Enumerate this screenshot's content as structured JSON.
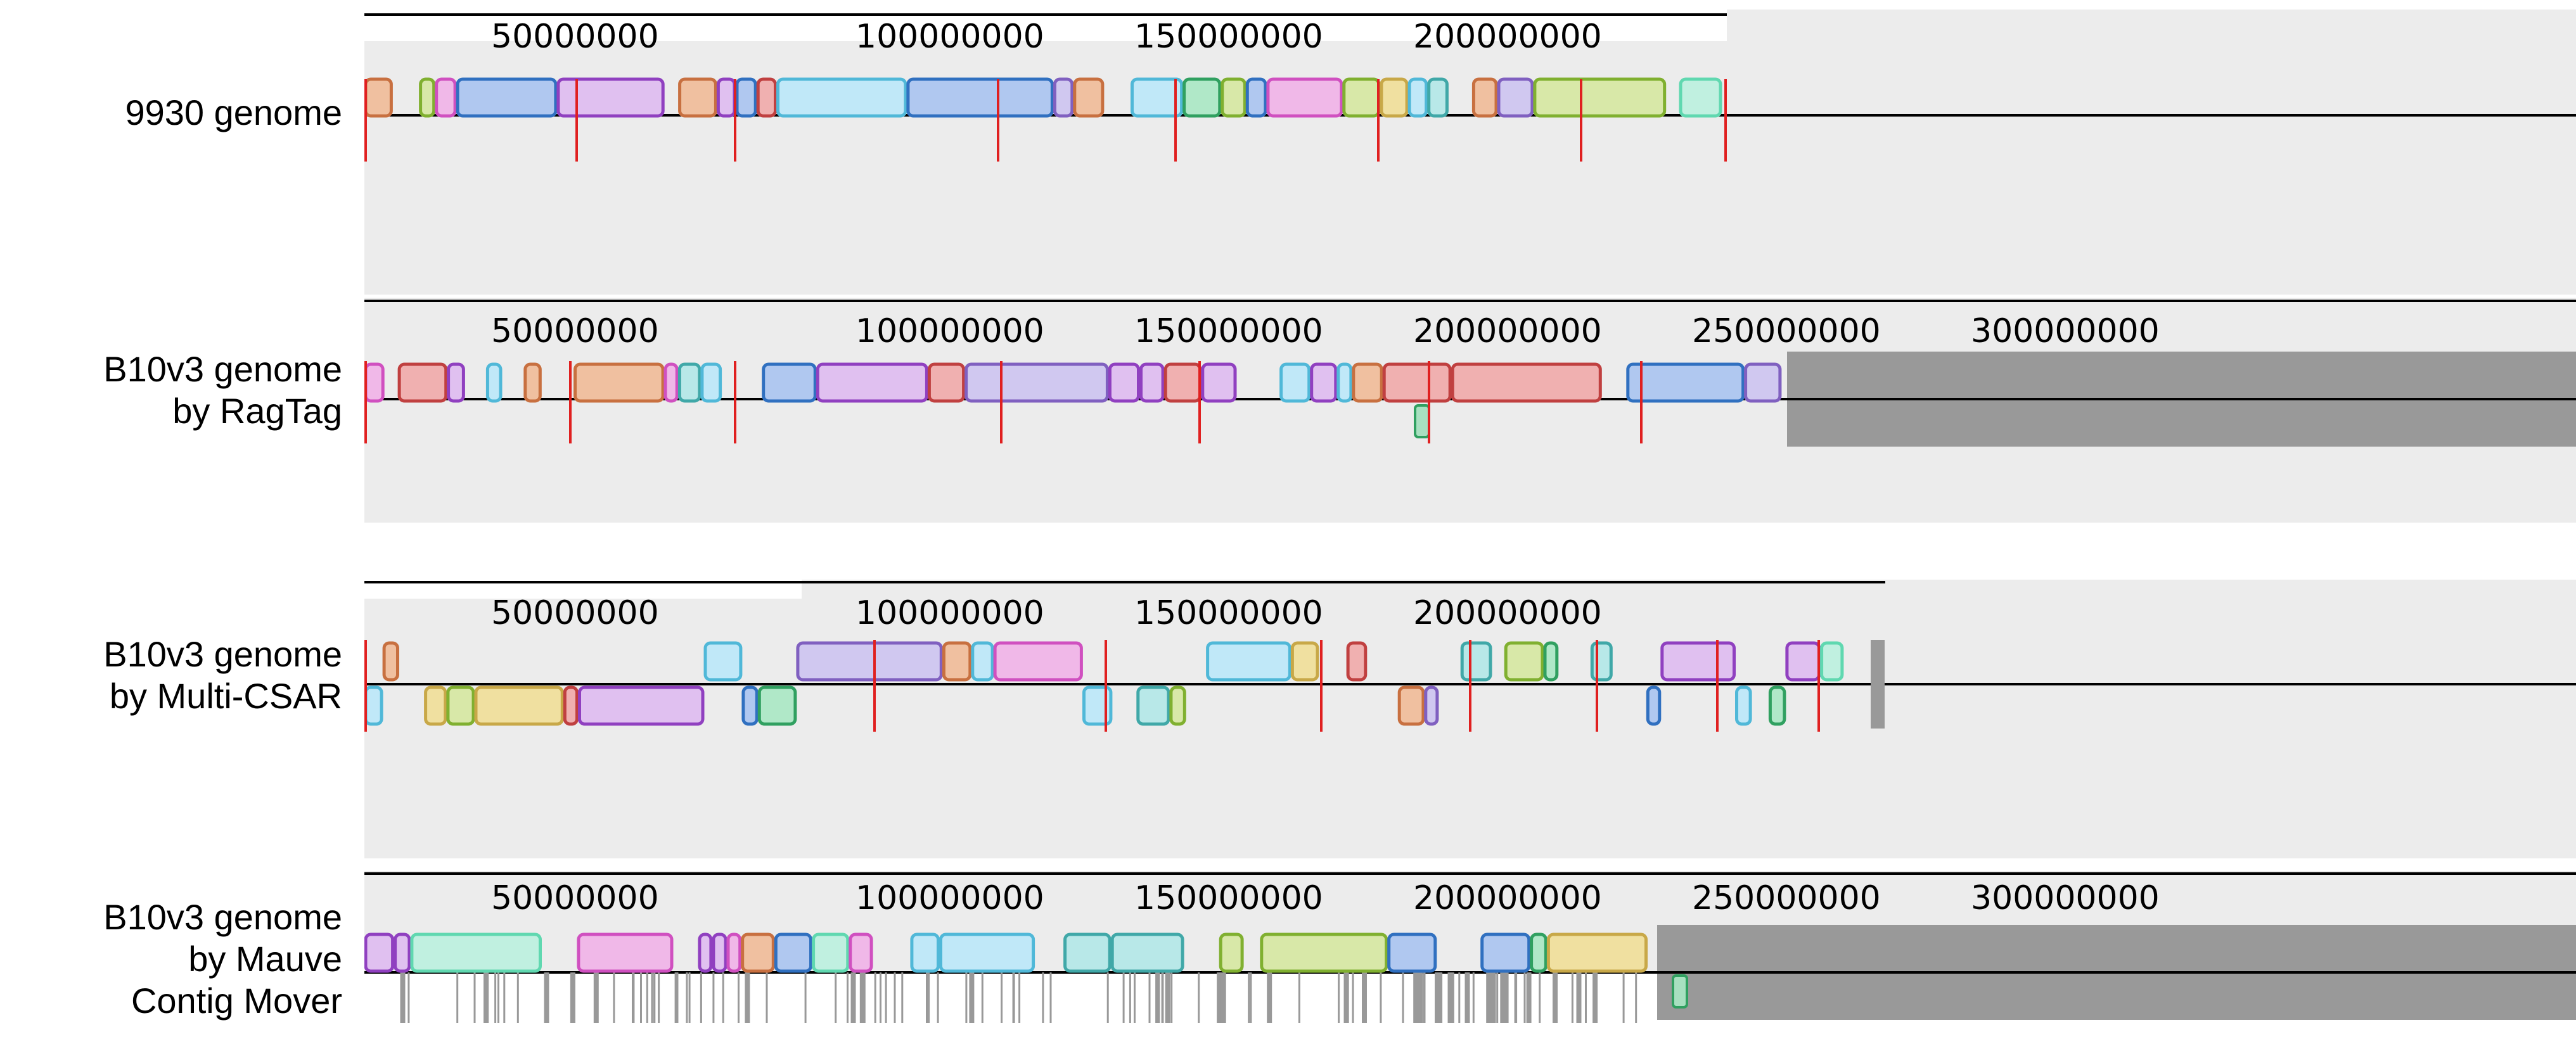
{
  "tracks": [
    {
      "id": "t1",
      "label_lines": [
        "9930 genome"
      ],
      "ticks": [
        "50000000",
        "100000000",
        "150000000",
        "200000000"
      ],
      "colors": {
        "panel_bg": "#ececec",
        "axis": "#000000",
        "boundary": "#e02020"
      }
    },
    {
      "id": "t2",
      "label_lines": [
        "B10v3 genome",
        "by RagTag"
      ],
      "ticks": [
        "50000000",
        "100000000",
        "150000000",
        "200000000",
        "250000000",
        "300000000"
      ],
      "colors": {
        "panel_bg": "#ececec",
        "unaligned": "#999999"
      }
    },
    {
      "id": "t3",
      "label_lines": [
        "B10v3 genome",
        "by Multi-CSAR"
      ],
      "ticks": [
        "50000000",
        "100000000",
        "150000000",
        "200000000"
      ],
      "colors": {
        "panel_bg": "#ececec",
        "unaligned": "#999999"
      }
    },
    {
      "id": "t4",
      "label_lines": [
        "B10v3 genome",
        "by Mauve",
        "Contig Mover"
      ],
      "ticks": [
        "50000000",
        "100000000",
        "150000000",
        "200000000",
        "250000000",
        "300000000"
      ],
      "colors": {
        "panel_bg": "#ececec",
        "unaligned": "#999999",
        "contig_boundary": "#aaaaaa"
      }
    }
  ],
  "block_palette": [
    "#c8a848",
    "#c87040",
    "#3070c0",
    "#30a060",
    "#50b8d8",
    "#9040c0",
    "#c04040",
    "#8060c0",
    "#60d8b0",
    "#d050c0",
    "#80b030",
    "#40a8a8"
  ]
}
